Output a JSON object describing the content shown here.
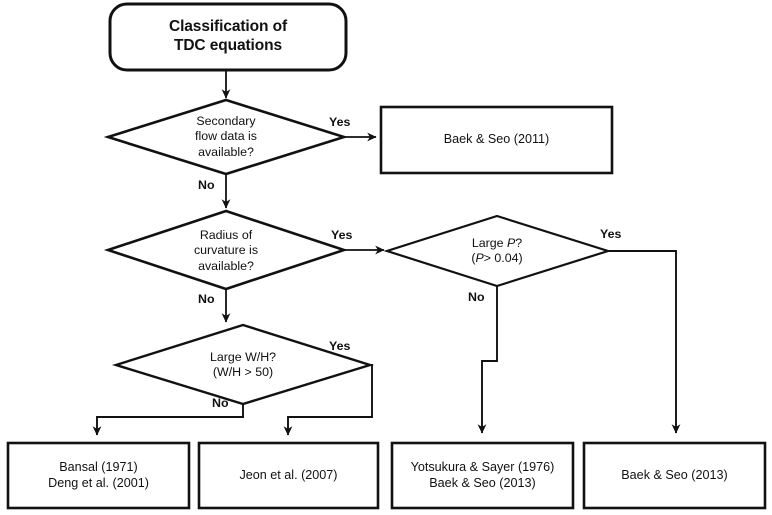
{
  "diagram": {
    "type": "flowchart",
    "title": "Classification of TDC equations",
    "background_color": "#ffffff",
    "line_color": "#111111",
    "text_color": "#111111"
  },
  "start": {
    "shape": "rounded-rectangle",
    "line1": "Classification of",
    "line2": "TDC equations"
  },
  "decisions": [
    {
      "id": "secondary-flow",
      "shape": "diamond",
      "line1": "Secondary",
      "line2": "flow data is",
      "line3": "available?",
      "yes_label": "Yes",
      "no_label": "No"
    },
    {
      "id": "radius-curvature",
      "shape": "diamond",
      "line1": "Radius of",
      "line2": "curvature is",
      "line3": "available?",
      "yes_label": "Yes",
      "no_label": "No"
    },
    {
      "id": "large-p",
      "shape": "diamond",
      "line1_pre": "Large ",
      "line1_var": "P",
      "line1_post": "?",
      "line2_pre": "(",
      "line2_var": "P",
      "line2_post": "> 0.04)",
      "yes_label": "Yes",
      "no_label": "No"
    },
    {
      "id": "large-wh",
      "shape": "diamond",
      "line1": "Large W/H?",
      "line2": "(W/H > 50)",
      "yes_label": "Yes",
      "no_label": "No"
    }
  ],
  "results": [
    {
      "id": "baek-seo-2011",
      "shape": "rectangle",
      "line1": "Baek & Seo (2011)",
      "line2": ""
    },
    {
      "id": "bansal-deng",
      "shape": "rectangle",
      "line1": "Bansal (1971)",
      "line2": "Deng et al. (2001)"
    },
    {
      "id": "jeon-2007",
      "shape": "rectangle",
      "line1": "Jeon et al. (2007)",
      "line2": ""
    },
    {
      "id": "yotsukura-baek",
      "shape": "rectangle",
      "line1": "Yotsukura & Sayer (1976)",
      "line2": "Baek & Seo (2013)"
    },
    {
      "id": "baek-seo-2013",
      "shape": "rectangle",
      "line1": "Baek & Seo (2013)",
      "line2": ""
    }
  ]
}
